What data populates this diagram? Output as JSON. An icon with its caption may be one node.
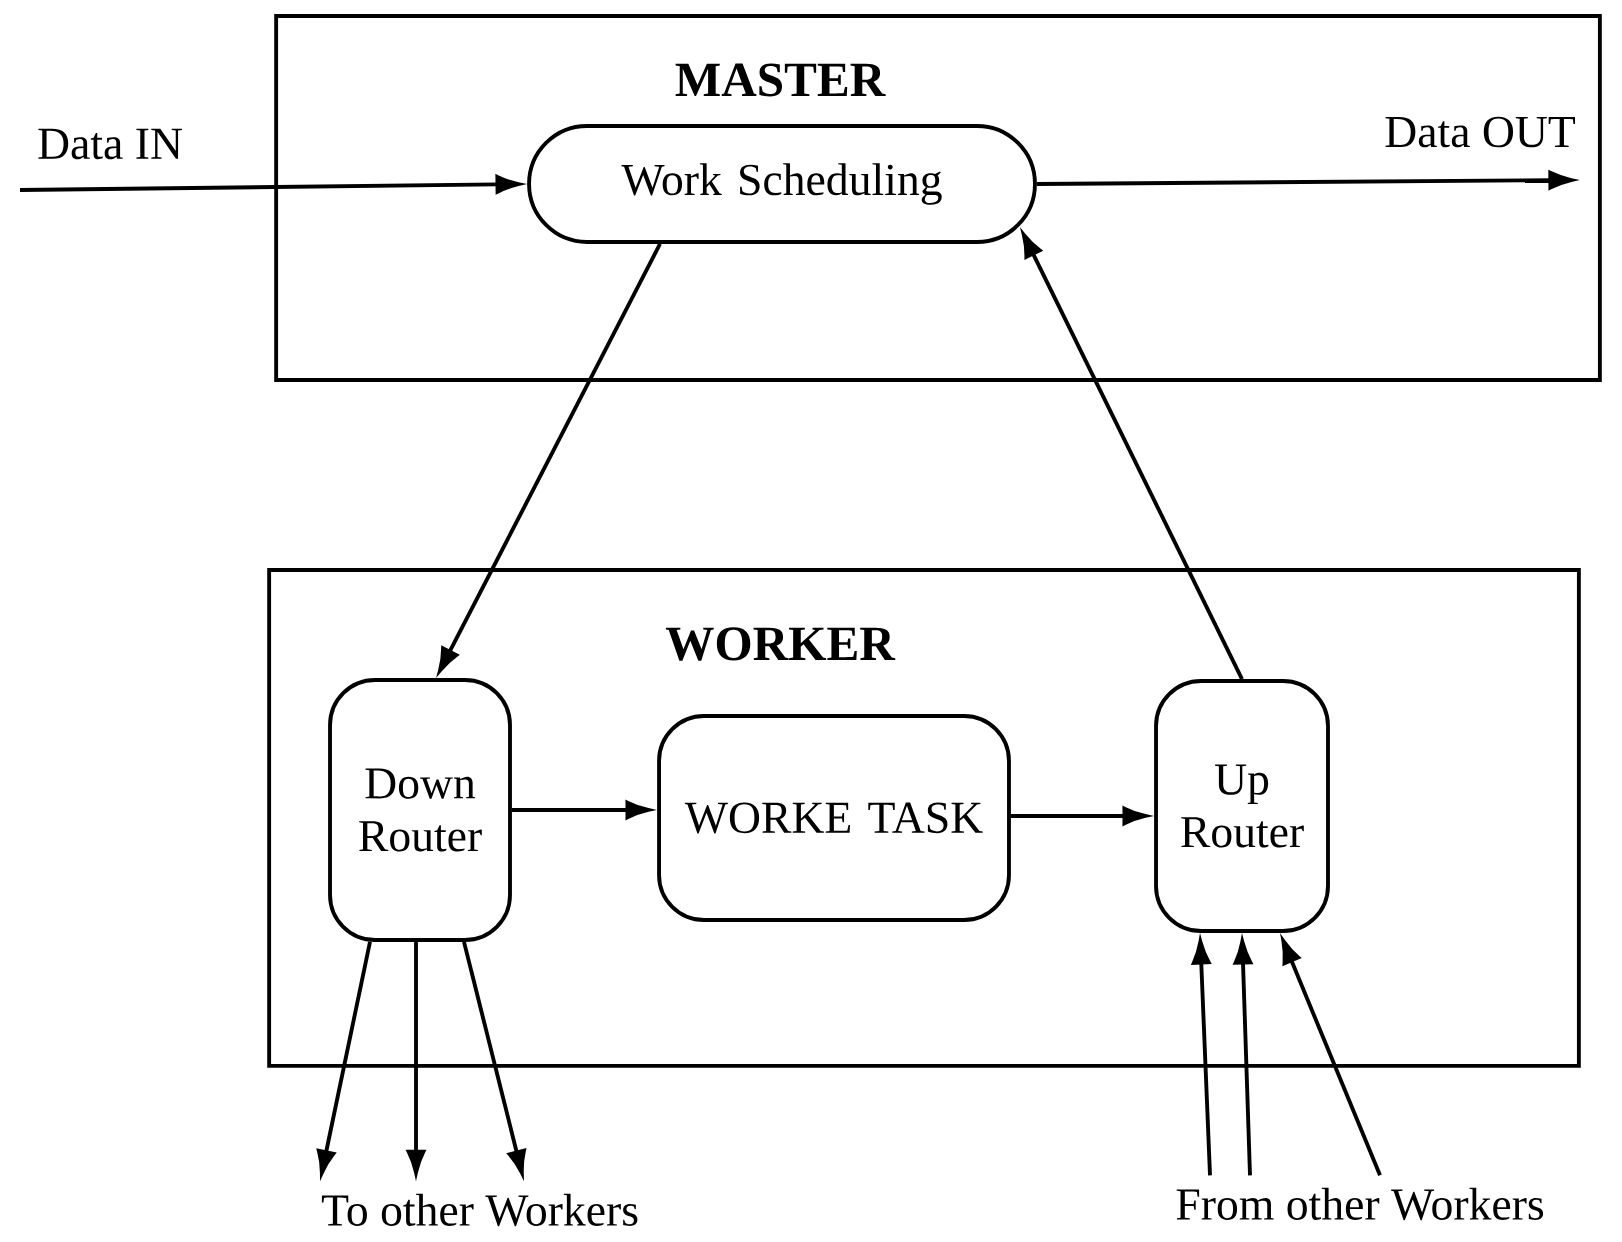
{
  "diagram": {
    "nodes": [
      {
        "text": [
          "MASTER"
        ]
      },
      {
        "text": [
          "Work Scheduling"
        ],
        "in": 0
      },
      {
        "text": [
          "WORKER"
        ]
      },
      {
        "text": [
          "Down Router"
        ],
        "in": 2
      },
      {
        "text": [
          "WORKE TASK"
        ],
        "in": 2
      },
      {
        "text": [
          "Up Router"
        ],
        "in": 2
      },
      {
        "text": [
          "To other Workers"
        ]
      },
      {
        "text": [
          "From other Workers"
        ]
      }
    ],
    "edges": [
      {
        "from": null,
        "to": 1,
        "arrow": "to",
        "label": "Data IN"
      },
      {
        "from": 1,
        "to": null,
        "arrow": "to",
        "label": "Data OUT"
      },
      {
        "from": 1,
        "to": 3,
        "arrow": "to"
      },
      {
        "from": 5,
        "to": 1,
        "arrow": "to"
      },
      {
        "from": 3,
        "to": 4,
        "arrow": "to"
      },
      {
        "from": 4,
        "to": 5,
        "arrow": "to"
      },
      {
        "from": 3,
        "to": 6,
        "arrow": "to"
      },
      {
        "from": 3,
        "to": 6,
        "arrow": "to"
      },
      {
        "from": 3,
        "to": 6,
        "arrow": "to"
      },
      {
        "from": 7,
        "to": 5,
        "arrow": "to"
      },
      {
        "from": 7,
        "to": 5,
        "arrow": "to"
      },
      {
        "from": 7,
        "to": 5,
        "arrow": "to"
      }
    ]
  }
}
